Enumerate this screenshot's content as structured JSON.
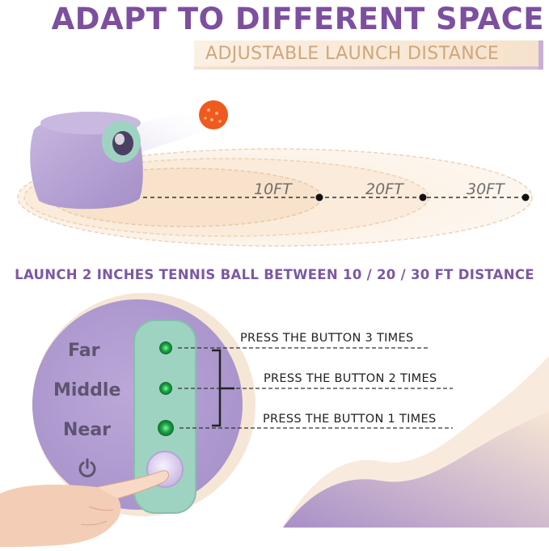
{
  "header": {
    "title": "ADAPT TO DIFFERENT SPACE",
    "subtitle": "ADJUSTABLE LAUNCH DISTANCE"
  },
  "distances": [
    {
      "label": "10FT"
    },
    {
      "label": "20FT"
    },
    {
      "label": "30FT"
    }
  ],
  "caption": "LAUNCH 2 INCHES TENNIS BALL BETWEEN 10 / 20 / 30 FT DISTANCE",
  "modes": [
    {
      "label": "Far",
      "instruction": "PRESS THE BUTTON 3 TIMES"
    },
    {
      "label": "Middle",
      "instruction": "PRESS THE BUTTON 2 TIMES"
    },
    {
      "label": "Near",
      "instruction": "PRESS THE BUTTON 1 TIMES"
    }
  ],
  "colors": {
    "title": "#7d4f9f",
    "subtitle": "#cfa77d",
    "caption": "#7b58a3",
    "device": "#b7a4d4",
    "panel": "#9fd3c1",
    "led": "#1fa84a",
    "ball": "#f05a1e"
  },
  "icons": {
    "power": "power-icon",
    "hand": "pointing-hand"
  }
}
